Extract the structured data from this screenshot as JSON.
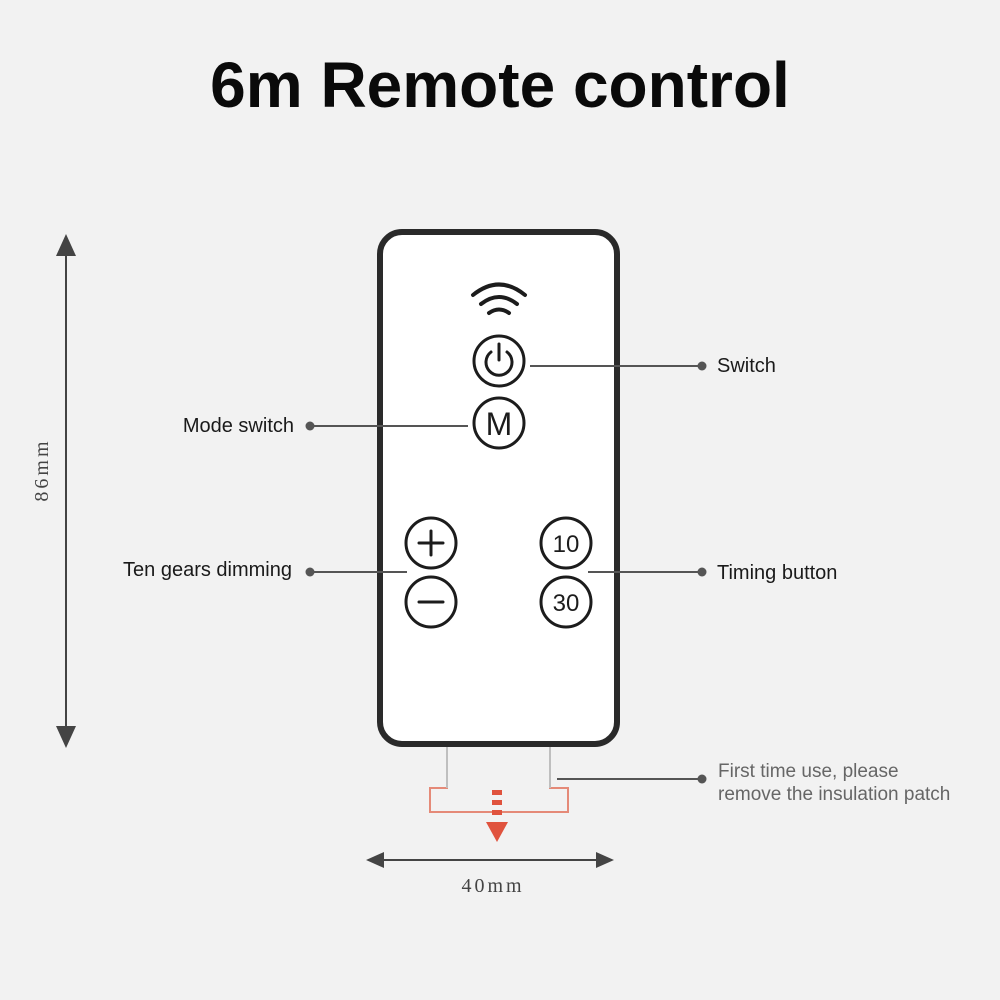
{
  "title": "6m Remote control",
  "dimensions": {
    "height": "86mm",
    "width": "40mm"
  },
  "buttons": {
    "mode": "M",
    "timer_10": "10",
    "timer_30": "30"
  },
  "callouts": {
    "switch": "Switch",
    "mode_switch": "Mode switch",
    "dimming": "Ten gears dimming",
    "timing": "Timing button",
    "insulation_line1": "First time use, please",
    "insulation_line2": "remove the insulation patch"
  },
  "colors": {
    "background": "#f2f2f2",
    "outline": "#2a2a2a",
    "callout_line": "#555555",
    "insulation_accent": "#e0533e"
  }
}
